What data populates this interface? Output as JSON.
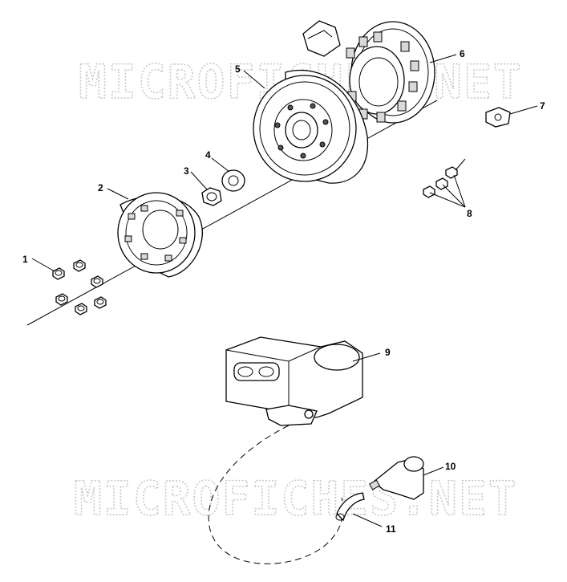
{
  "watermark": {
    "top_text": "MICROFICHES.NET",
    "bottom_text": "MICROFICHES.NET"
  },
  "callouts": [
    "1",
    "2",
    "3",
    "4",
    "5",
    "6",
    "7",
    "8",
    "9",
    "10",
    "11"
  ]
}
